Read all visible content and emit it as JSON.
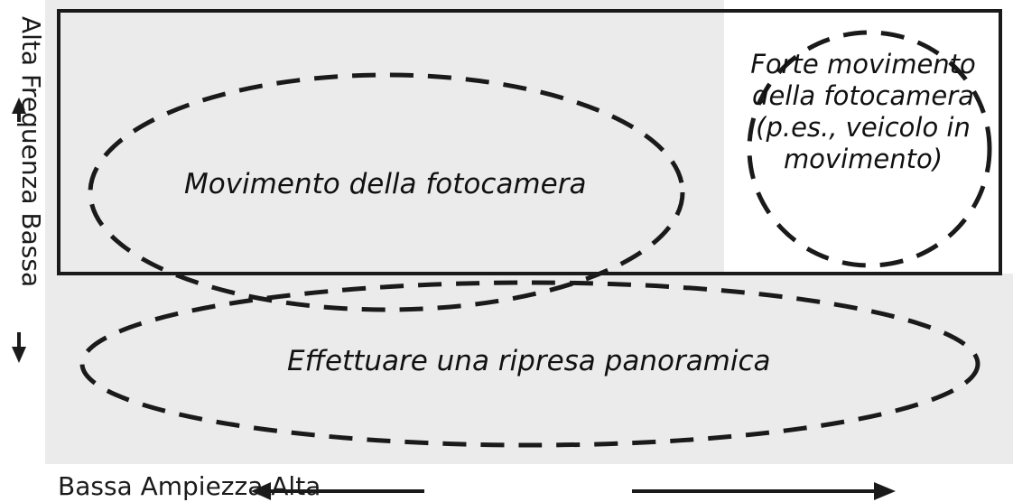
{
  "diagram": {
    "zones": {
      "camera_movement": "Movimento della fotocamera",
      "panning": "Effettuare una ripresa panoramica",
      "strong_movement": "Forte movimento della fotocamera (p.es., veicolo in movimento)"
    },
    "axes": {
      "y_label": "Alta Frequenza Bassa",
      "x_label": "Bassa Ampiezza Alta"
    },
    "colors": {
      "background": "#ebebeb",
      "stroke": "#1a1a1a",
      "page": "#ffffff"
    }
  }
}
